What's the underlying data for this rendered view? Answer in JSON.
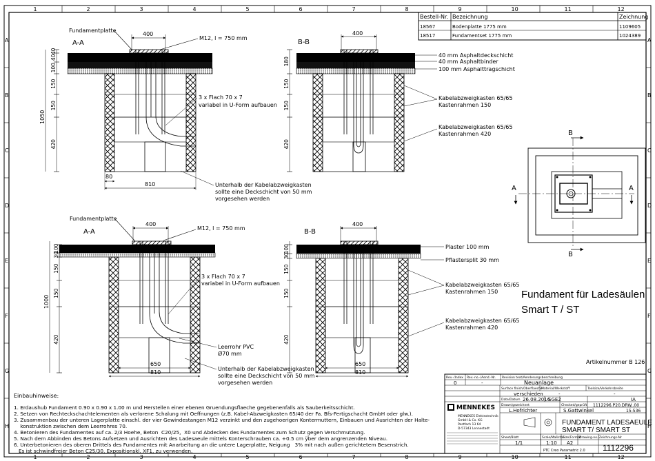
{
  "frame": {
    "col_numbers": [
      "1",
      "2",
      "3",
      "4",
      "5",
      "6",
      "7",
      "8",
      "9",
      "10",
      "11",
      "12"
    ],
    "row_letters": [
      "A",
      "B",
      "C",
      "D",
      "E",
      "F",
      "G",
      "H"
    ]
  },
  "bom": {
    "headers": [
      "Bestell-Nr.",
      "Bezeichnung",
      "Zeichnung"
    ],
    "rows": [
      {
        "nr": "18567",
        "bez": "Bodenplatte 1775 mm",
        "zeich": "1109605"
      },
      {
        "nr": "18517",
        "bez": "Fundamentset 1775 mm",
        "zeich": "1024389"
      }
    ]
  },
  "top": {
    "left": {
      "section": "A-A",
      "plate": "Fundamentplatte",
      "dim_top": "400",
      "bolt": "M12, l = 750 mm",
      "flach1": "3 x Flach 70 x 7",
      "flach2": "variabel in U-Form aufbauen",
      "dims_v": [
        "40",
        "40",
        "100",
        "150",
        "150",
        "420"
      ],
      "dim_total": "1050",
      "dim_80": "80",
      "dim_810": "810",
      "note": [
        "Unterhalb der Kabelabzweigkasten",
        "sollte eine Deckschicht von 50 mm",
        "vorgesehen werden"
      ]
    },
    "right": {
      "section": "B-B",
      "dim_top": "400",
      "dims_v": [
        "180",
        "150",
        "150",
        "420"
      ],
      "layers": [
        "40 mm Asphaltdeckschicht",
        "40 mm Asphaltbinder",
        "100 mm Asphalttragschicht"
      ],
      "kasten1": [
        "Kabelabzweigkasten 65/65",
        "Kastenrahmen 150"
      ],
      "kasten2": [
        "Kabelabzweigkasten 65/65",
        "Kastenrahmen 420"
      ]
    }
  },
  "bottom": {
    "left": {
      "section": "A-A",
      "plate": "Fundamentplatte",
      "dim_top": "400",
      "bolt": "M12, l = 750 mm",
      "flach1": "3 x Flach 70 x 7",
      "flach2": "variabel in U-Form aufbauen",
      "dims_v": [
        "100",
        "30",
        "150",
        "150",
        "420"
      ],
      "dim_total": "1000",
      "leerrohr1": "Leerrohr PVC",
      "leerrohr2": "Ø70 mm",
      "dim_650": "650",
      "dim_810": "810",
      "note": [
        "Unterhalb der Kabelabzweigkasten",
        "sollte eine Deckschicht von 50 mm",
        "vorgesehen werden"
      ]
    },
    "right": {
      "section": "B-B",
      "dim_top": "400",
      "dims_v": [
        "100",
        "30",
        "150",
        "150",
        "420"
      ],
      "layers": [
        "Plaster 100 mm",
        "Pflastersplit 30 mm"
      ],
      "kasten1": [
        "Kabelabzweigkasten 65/65",
        "Kastenrahmen 150"
      ],
      "kasten2": [
        "Kabelabzweigkasten 65/65",
        "Kastenrahmen 420"
      ],
      "dim_650": "650",
      "dim_810": "810"
    }
  },
  "plan": {
    "A": "A",
    "B": "B"
  },
  "title_main": [
    "Fundament für Ladesäulen",
    "Smart T / ST"
  ],
  "artikel": "Artikelnummer B 126",
  "hinweise": {
    "title": "Einbauhinweise:",
    "lines": [
      "1. Erdaushub Fundament 0.90 x 0.90 x 1.00 m und Herstellen einer ebenen Gruendungsflaeche gegebenenfalls als Sauberkeitsschicht.",
      "2. Setzen von Rechteckschachtelementen als verlorene Schalung mit Oeffnungen (z.B. Kabel-Abzweigkasten 65/40 der Fa. Bfs-Fertigschacht GmbH oder glw.).",
      "3. Zusammenbau der unteren Lagerplatte einschl. der vier Gewindestangen M12 verzinkt und den zugehoerigen Kontermuttern, Einbauen und Ausrichten der Halte-",
      "    konstruktion zwischen dem Leerrohres 70.",
      "4. Betonieren des Fundamentes auf ca. 2/3 Hoehe, Beton  C20/25,  X0 und Abdecken des Fundamentes zum Schutz gegen Verschmutzung.",
      "5. Nach dem Abbinden des Betons Aufsetzen und Ausrichten des Ladesaeule mittels Konterschrauben ca. +0.5 cm ÿber dem angrenzenden Niveau.",
      "6. Unterbetonieren des oberen Drittels des Fundamentes mit Anarbeitung an die untere Lagerplatte, Neigung   3% mit nach außen gerichtetem Besenstrich.",
      "   Es ist schwindfreier Beton C25/30, Expositionskl. XF1, zu verwenden."
    ]
  },
  "titleblock": {
    "rev_hdr": [
      "Rev.-/Index",
      "Rev.-no.-/Aend.-Nr.",
      "Revision text/Aenderungsbeschreibung"
    ],
    "rev_val": [
      "0",
      "-",
      "Neuanlage"
    ],
    "surface_hdr": [
      "Surface finish/Oberflaeche",
      "Material/Werkstoff",
      "Toolsize/Verkehrsbreite"
    ],
    "surface_val": [
      "verschieden",
      "-",
      "-"
    ],
    "company": "MENNEKES",
    "company_sub": [
      "MENNEKES Elektrotechnik",
      "GmbH & Co. KG",
      "Postfach 13 64",
      "D-57343 Lennestadt"
    ],
    "date_hdr": "Date/Datum",
    "date": "26.08.2016",
    "drawn_hdr": "Drawn/gezeichnet",
    "drawn": "L.Hofrichter",
    "checked_hdr": "Checked/geprüft",
    "checked": "S.Gattwinkel",
    "sge": "SGE2",
    "status": "IA",
    "pfad": "1112296.P20.DRW..00",
    "project": "15-536",
    "title": [
      "FUNDAMENT LADESAEULE",
      "SMART T/   SMART ST"
    ],
    "sheet_hdr": "Sheet/Blatt",
    "sheet": "1/1",
    "scale_hdr": "Scale/Maßstab",
    "scale": "1:10",
    "size_hdr": "Size/Format",
    "size": "A2",
    "drawing_hdr": "Drawing-no./Zeichnungs-Nr",
    "drawing_no": "1112296",
    "cad": "PTC Creo Parametric 2.0"
  }
}
